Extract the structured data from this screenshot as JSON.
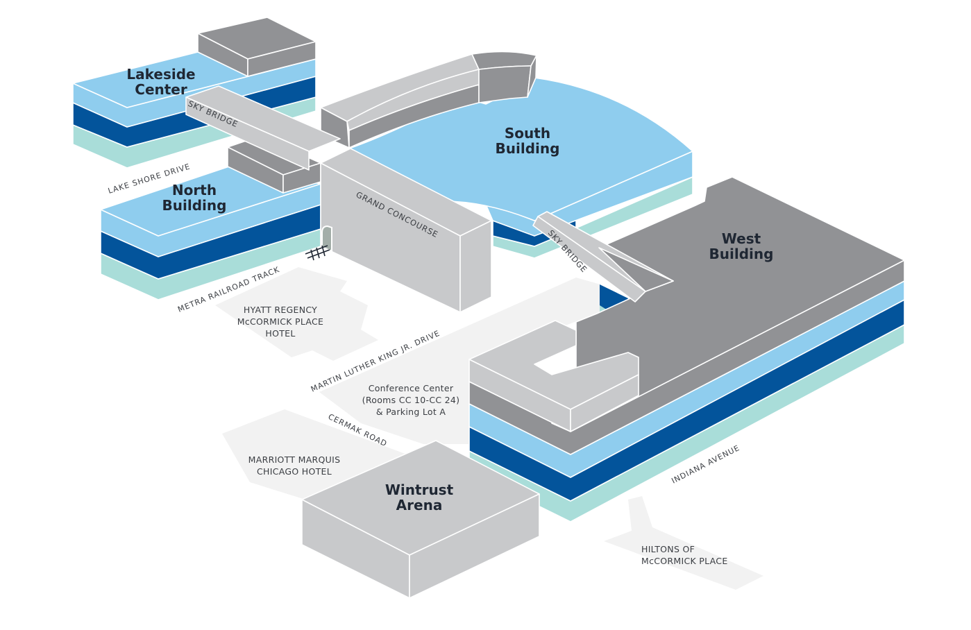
{
  "colors": {
    "light_blue": "#8fcdee",
    "navy": "#03549b",
    "teal": "#a9ddd9",
    "dark_gray": "#919295",
    "light_gray": "#c8c9cb",
    "ground": "#f1f1f1",
    "text": "#1f2733"
  },
  "buildings": {
    "lakeside": {
      "line1": "Lakeside",
      "line2": "Center"
    },
    "north": {
      "line1": "North",
      "line2": "Building"
    },
    "south": {
      "line1": "South",
      "line2": "Building"
    },
    "west": {
      "line1": "West",
      "line2": "Building"
    },
    "wintrust": {
      "line1": "Wintrust",
      "line2": "Arena"
    }
  },
  "connectors": {
    "sky_bridge_north": "SKY BRIDGE",
    "sky_bridge_west": "SKY BRIDGE",
    "grand_concourse": "GRAND CONCOURSE"
  },
  "streets": {
    "lake_shore": "LAKE SHORE DRIVE",
    "metra": "METRA RAILROAD TRACK",
    "mlk": "MARTIN LUTHER KING JR. DRIVE",
    "cermak": "CERMAK ROAD",
    "indiana": "INDIANA AVENUE"
  },
  "places": {
    "hyatt": [
      "HYATT REGENCY",
      "McCORMICK PLACE",
      "HOTEL"
    ],
    "conference": [
      "Conference Center",
      "(Rooms CC 10-CC 24)",
      "& Parking Lot A"
    ],
    "marriott": [
      "MARRIOTT MARQUIS",
      "CHICAGO HOTEL"
    ],
    "hiltons": [
      "HILTONS OF",
      "McCORMICK PLACE"
    ]
  },
  "icons": {
    "railroad": "railroad-track-icon"
  }
}
